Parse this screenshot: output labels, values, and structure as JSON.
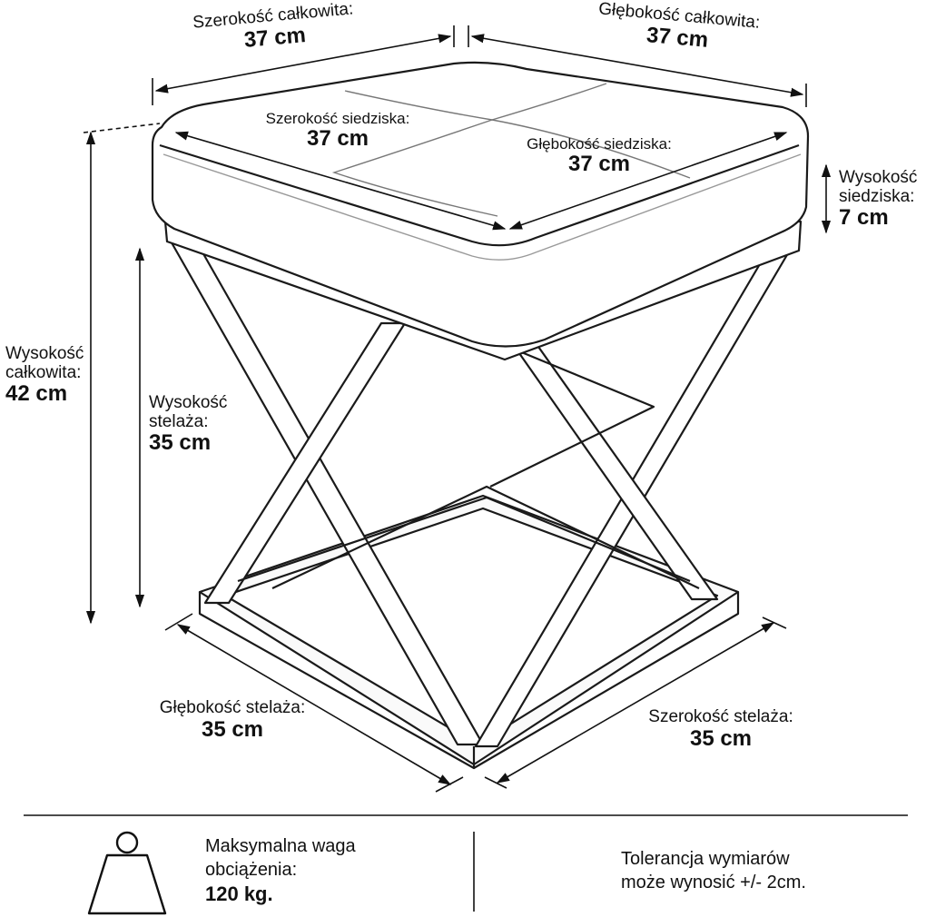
{
  "dimensions": {
    "overall_width": {
      "label": "Szerokość całkowita:",
      "value": "37 cm"
    },
    "overall_depth": {
      "label": "Głębokość całkowita:",
      "value": "37 cm"
    },
    "seat_width": {
      "label": "Szerokość siedziska:",
      "value": "37 cm"
    },
    "seat_depth": {
      "label": "Głębokość siedziska:",
      "value": "37 cm"
    },
    "seat_height": {
      "label_line1": "Wysokość",
      "label_line2": "siedziska:",
      "value": "7 cm"
    },
    "overall_height": {
      "label_line1": "Wysokość",
      "label_line2": "całkowita:",
      "value": "42 cm"
    },
    "frame_height": {
      "label_line1": "Wysokość",
      "label_line2": "stelaża:",
      "value": "35 cm"
    },
    "frame_depth": {
      "label": "Głębokość stelaża:",
      "value": "35 cm"
    },
    "frame_width": {
      "label": "Szerokość stelaża:",
      "value": "35 cm"
    }
  },
  "footer": {
    "max_load_line1": "Maksymalna waga",
    "max_load_line2": "obciążenia:",
    "max_load_value": "120 kg.",
    "tolerance_line1": "Tolerancja wymiarów",
    "tolerance_line2": "może wynosić +/- 2cm."
  },
  "icons": {
    "weight": "weight-icon"
  }
}
